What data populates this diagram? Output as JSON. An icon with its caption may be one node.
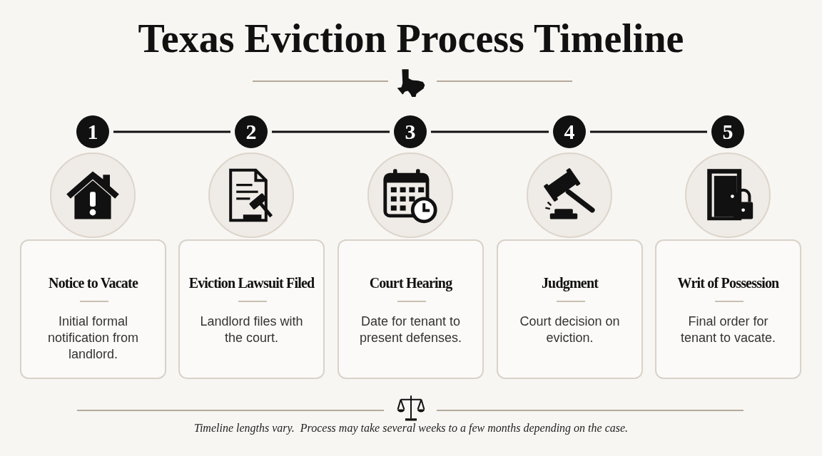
{
  "diagram": {
    "title": "Texas Eviction Process Timeline",
    "nodes": [
      {
        "text": [
          "1"
        ]
      },
      {
        "text": [
          "2"
        ]
      },
      {
        "text": [
          "3"
        ]
      },
      {
        "text": [
          "4"
        ]
      },
      {
        "text": [
          "5"
        ]
      },
      {
        "text": [
          "Notice to Vacate",
          "Initial formal notification from landlord."
        ]
      },
      {
        "text": [
          "Eviction Lawsuit Filed",
          "Landlord files with the court."
        ]
      },
      {
        "text": [
          "Court Hearing",
          "Date for tenant to present defenses."
        ]
      },
      {
        "text": [
          "Judgment",
          "Court decision on eviction."
        ]
      },
      {
        "text": [
          "Writ of Possession",
          "Final order for tenant to vacate."
        ]
      }
    ],
    "edges": [
      {
        "from": 0,
        "to": 1,
        "arrow": "none"
      },
      {
        "from": 1,
        "to": 2,
        "arrow": "none"
      },
      {
        "from": 2,
        "to": 3,
        "arrow": "none"
      },
      {
        "from": 3,
        "to": 4,
        "arrow": "none"
      }
    ],
    "caption": "Timeline lengths vary.  Process may take several weeks to a few months depending on the case."
  }
}
